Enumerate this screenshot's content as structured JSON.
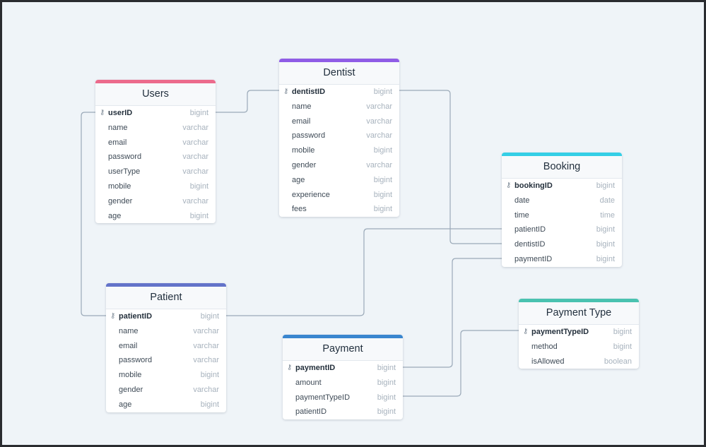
{
  "colors": {
    "users": "#ec6b8c",
    "dentist": "#8f5ce6",
    "booking": "#34cfe6",
    "patient": "#6373c9",
    "payment": "#3a86cf",
    "payment_type": "#4ac2b0"
  },
  "icons": {
    "primary_key": "key-icon"
  },
  "tables": {
    "users": {
      "title": "Users",
      "fields": [
        {
          "name": "userID",
          "type": "bigint"
        },
        {
          "name": "name",
          "type": "varchar"
        },
        {
          "name": "email",
          "type": "varchar"
        },
        {
          "name": "password",
          "type": "varchar"
        },
        {
          "name": "userType",
          "type": "varchar"
        },
        {
          "name": "mobile",
          "type": "bigint"
        },
        {
          "name": "gender",
          "type": "varchar"
        },
        {
          "name": "age",
          "type": "bigint"
        }
      ]
    },
    "dentist": {
      "title": "Dentist",
      "fields": [
        {
          "name": "dentistID",
          "type": "bigint"
        },
        {
          "name": "name",
          "type": "varchar"
        },
        {
          "name": "email",
          "type": "varchar"
        },
        {
          "name": "password",
          "type": "varchar"
        },
        {
          "name": "mobile",
          "type": "bigint"
        },
        {
          "name": "gender",
          "type": "varchar"
        },
        {
          "name": "age",
          "type": "bigint"
        },
        {
          "name": "experience",
          "type": "bigint"
        },
        {
          "name": "fees",
          "type": "bigint"
        }
      ]
    },
    "booking": {
      "title": "Booking",
      "fields": [
        {
          "name": "bookingID",
          "type": "bigint"
        },
        {
          "name": "date",
          "type": "date"
        },
        {
          "name": "time",
          "type": "time"
        },
        {
          "name": "patientID",
          "type": "bigint"
        },
        {
          "name": "dentistID",
          "type": "bigint"
        },
        {
          "name": "paymentID",
          "type": "bigint"
        }
      ]
    },
    "patient": {
      "title": "Patient",
      "fields": [
        {
          "name": "patientID",
          "type": "bigint"
        },
        {
          "name": "name",
          "type": "varchar"
        },
        {
          "name": "email",
          "type": "varchar"
        },
        {
          "name": "password",
          "type": "varchar"
        },
        {
          "name": "mobile",
          "type": "bigint"
        },
        {
          "name": "gender",
          "type": "varchar"
        },
        {
          "name": "age",
          "type": "bigint"
        }
      ]
    },
    "payment": {
      "title": "Payment",
      "fields": [
        {
          "name": "paymentID",
          "type": "bigint"
        },
        {
          "name": "amount",
          "type": "bigint"
        },
        {
          "name": "paymentTypeID",
          "type": "bigint"
        },
        {
          "name": "patientID",
          "type": "bigint"
        }
      ]
    },
    "payment_type": {
      "title": "Payment Type",
      "fields": [
        {
          "name": "paymentTypeID",
          "type": "bigint"
        },
        {
          "name": "method",
          "type": "bigint"
        },
        {
          "name": "isAllowed",
          "type": "boolean"
        }
      ]
    }
  }
}
